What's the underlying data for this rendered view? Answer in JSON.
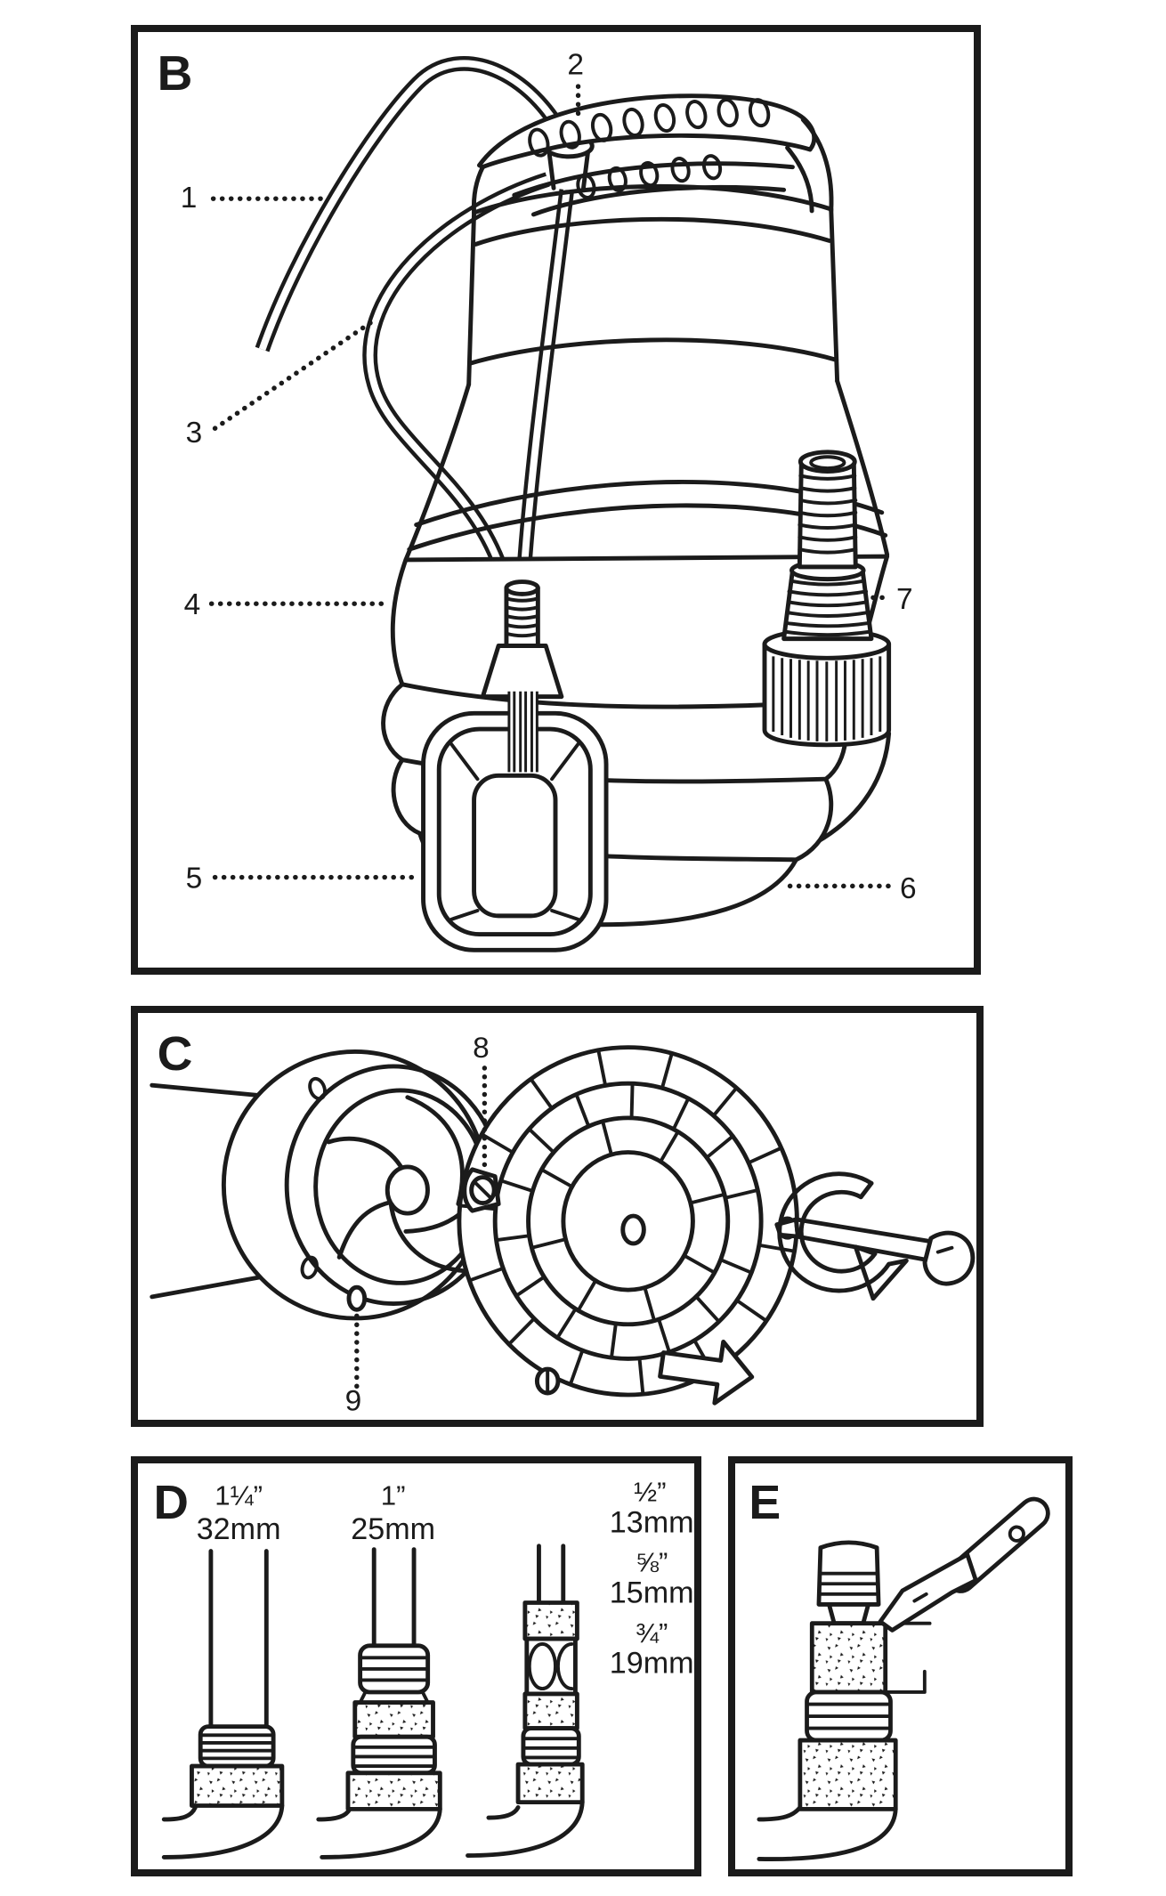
{
  "style": {
    "ink": "#1b1b1b",
    "background": "#ffffff"
  },
  "panels": {
    "b": {
      "letter": "B",
      "callouts": [
        "1",
        "2",
        "3",
        "4",
        "5",
        "6",
        "7"
      ]
    },
    "c": {
      "letter": "C",
      "callouts": [
        "8",
        "9"
      ]
    },
    "d": {
      "letter": "D",
      "columns": [
        {
          "inch": "1¼”",
          "mm": "32mm"
        },
        {
          "inch": "1”",
          "mm": "25mm"
        }
      ],
      "sides": [
        {
          "inch": "½”",
          "mm": "13mm"
        },
        {
          "inch": "⅝”",
          "mm": "15mm"
        },
        {
          "inch": "¾”",
          "mm": "19mm"
        }
      ]
    },
    "e": {
      "letter": "E"
    }
  }
}
